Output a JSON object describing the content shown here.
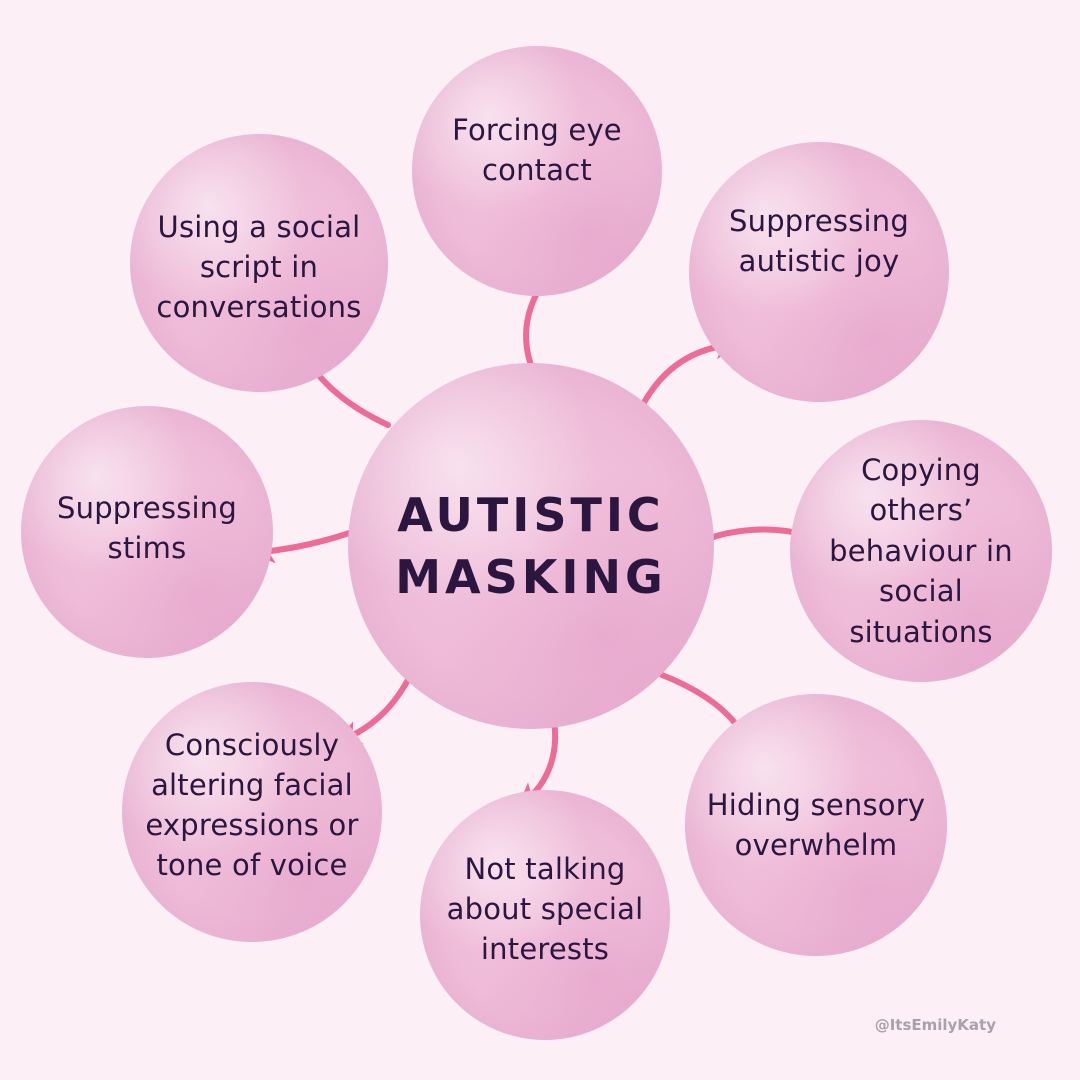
{
  "center": {
    "title": "AUTISTIC\nMASKING"
  },
  "items": [
    {
      "id": "forcing-eye-contact",
      "label": "Forcing eye\ncontact"
    },
    {
      "id": "suppressing-autistic-joy",
      "label": "Suppressing\nautistic joy"
    },
    {
      "id": "copying-others-behaviour",
      "label": "Copying\nothers’\nbehaviour in\nsocial\nsituations"
    },
    {
      "id": "hiding-sensory-overwhelm",
      "label": "Hiding sensory\noverwhelm"
    },
    {
      "id": "not-talking-special-interests",
      "label": "Not talking\nabout special\ninterests"
    },
    {
      "id": "altering-facial-expressions",
      "label": "Consciously\naltering facial\nexpressions or\ntone of voice"
    },
    {
      "id": "suppressing-stims",
      "label": "Suppressing\nstims"
    },
    {
      "id": "social-script",
      "label": "Using a social\nscript in\nconversations"
    }
  ],
  "credit": "@ItsEmilyKaty",
  "colors": {
    "background": "#fcf0f6",
    "bubble": "#eebbd8",
    "arrow": "#ee6b96",
    "text": "#2b1640",
    "credit": "#a7a2ab"
  }
}
